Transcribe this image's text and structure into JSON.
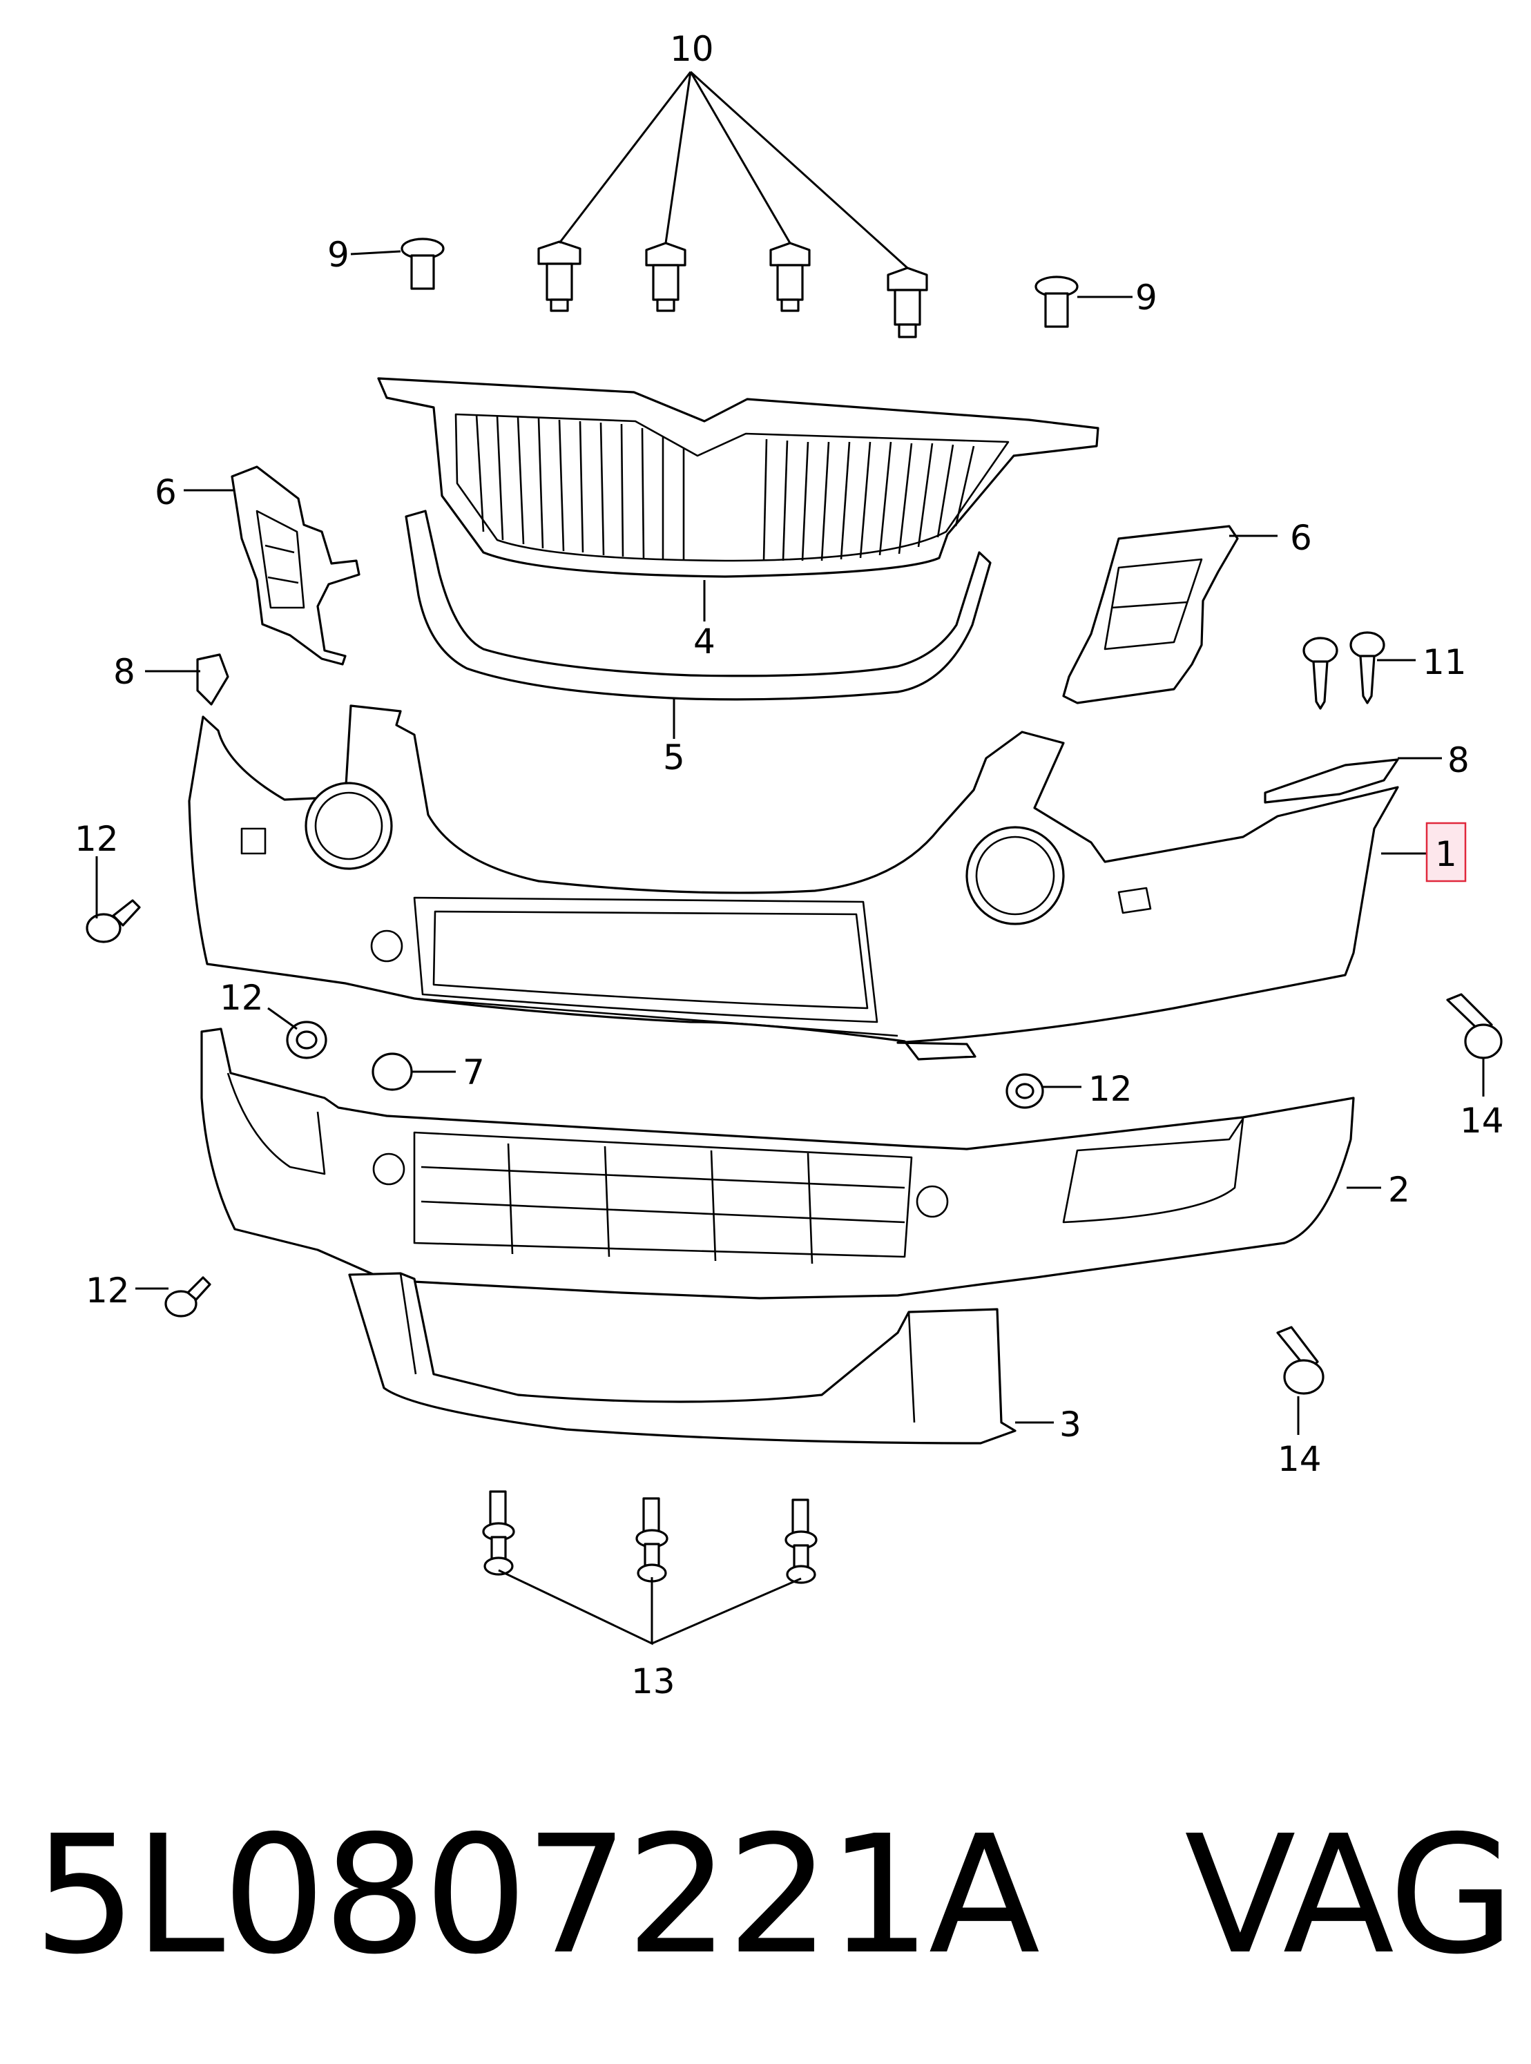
{
  "callouts": {
    "c1": "1",
    "c2": "2",
    "c3": "3",
    "c4": "4",
    "c5": "5",
    "c6": "6",
    "c7": "7",
    "c8": "8",
    "c9": "9",
    "c10": "10",
    "c11": "11",
    "c12": "12",
    "c13": "13",
    "c14": "14"
  },
  "highlighted_callout": "1",
  "colors": {
    "line": "#000000",
    "highlight_fill": "#fde7ec",
    "highlight_border": "#e0283c"
  },
  "footer": {
    "part_number": "5L0807221A",
    "brand": "VAG"
  }
}
